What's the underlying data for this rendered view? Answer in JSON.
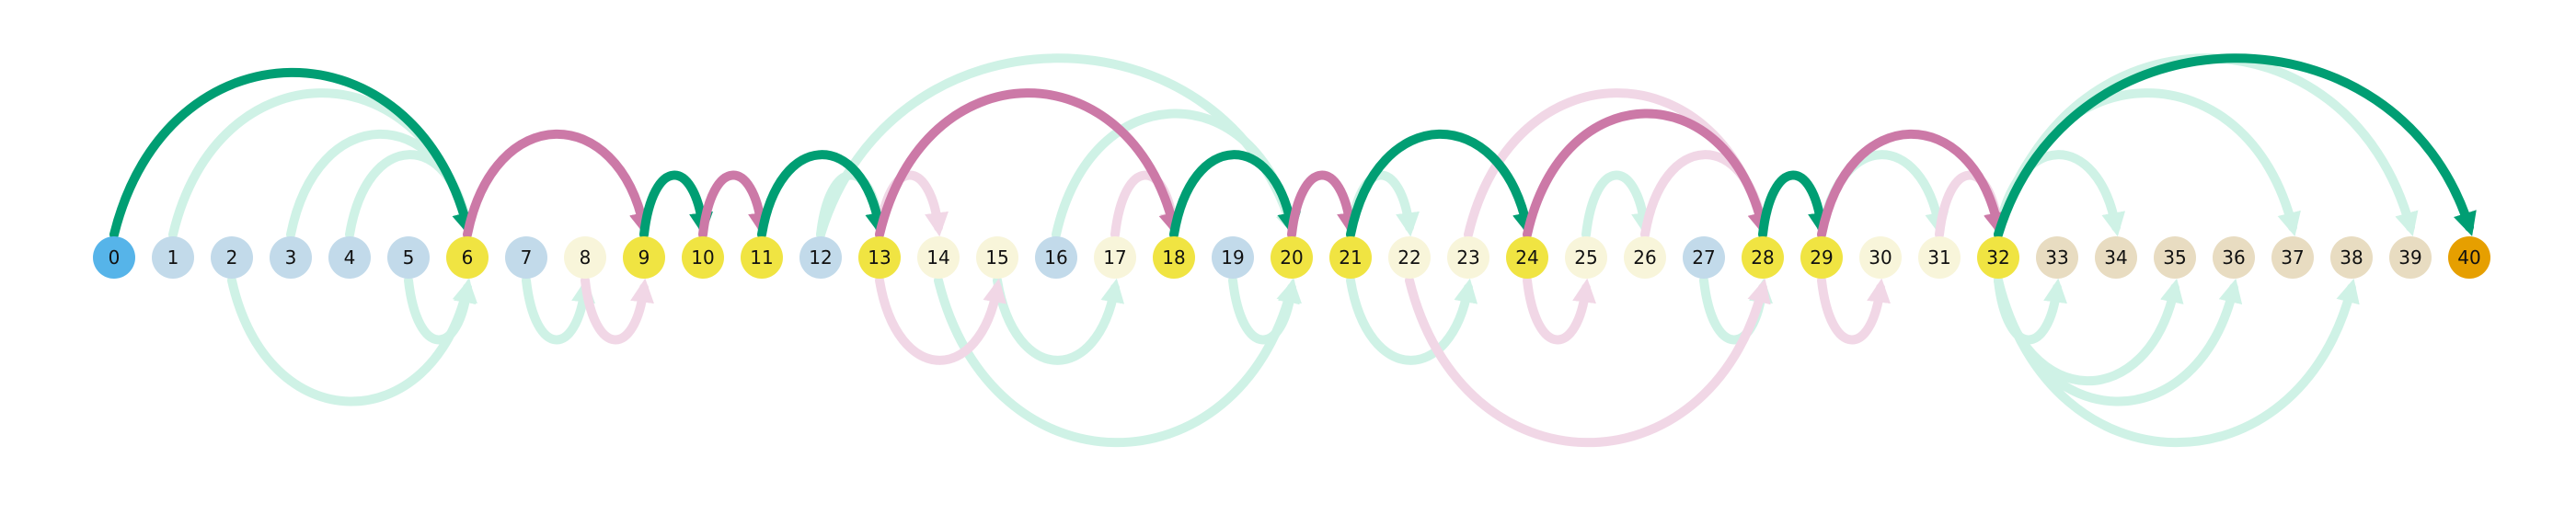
{
  "colors": {
    "start": "#56B4E9",
    "end": "#E69F00",
    "visited": "#F0E442",
    "blue_light": "#C2DAEA",
    "cream": "#F8F5DA",
    "tan": "#E8DCC1",
    "green": "#009E73",
    "green_faint": "#CFF2E6",
    "pink": "#CC79A7",
    "pink_faint": "#F1D7E6"
  },
  "nodes": [
    {
      "label": "0",
      "color": "start"
    },
    {
      "label": "1",
      "color": "blue_light"
    },
    {
      "label": "2",
      "color": "blue_light"
    },
    {
      "label": "3",
      "color": "blue_light"
    },
    {
      "label": "4",
      "color": "blue_light"
    },
    {
      "label": "5",
      "color": "blue_light"
    },
    {
      "label": "6",
      "color": "visited"
    },
    {
      "label": "7",
      "color": "blue_light"
    },
    {
      "label": "8",
      "color": "cream"
    },
    {
      "label": "9",
      "color": "visited"
    },
    {
      "label": "10",
      "color": "visited"
    },
    {
      "label": "11",
      "color": "visited"
    },
    {
      "label": "12",
      "color": "blue_light"
    },
    {
      "label": "13",
      "color": "visited"
    },
    {
      "label": "14",
      "color": "cream"
    },
    {
      "label": "15",
      "color": "cream"
    },
    {
      "label": "16",
      "color": "blue_light"
    },
    {
      "label": "17",
      "color": "cream"
    },
    {
      "label": "18",
      "color": "visited"
    },
    {
      "label": "19",
      "color": "blue_light"
    },
    {
      "label": "20",
      "color": "visited"
    },
    {
      "label": "21",
      "color": "visited"
    },
    {
      "label": "22",
      "color": "cream"
    },
    {
      "label": "23",
      "color": "cream"
    },
    {
      "label": "24",
      "color": "visited"
    },
    {
      "label": "25",
      "color": "cream"
    },
    {
      "label": "26",
      "color": "cream"
    },
    {
      "label": "27",
      "color": "blue_light"
    },
    {
      "label": "28",
      "color": "visited"
    },
    {
      "label": "29",
      "color": "visited"
    },
    {
      "label": "30",
      "color": "cream"
    },
    {
      "label": "31",
      "color": "cream"
    },
    {
      "label": "32",
      "color": "visited"
    },
    {
      "label": "33",
      "color": "tan"
    },
    {
      "label": "34",
      "color": "tan"
    },
    {
      "label": "35",
      "color": "tan"
    },
    {
      "label": "36",
      "color": "tan"
    },
    {
      "label": "37",
      "color": "tan"
    },
    {
      "label": "38",
      "color": "tan"
    },
    {
      "label": "39",
      "color": "tan"
    },
    {
      "label": "40",
      "color": "end"
    }
  ],
  "edges": [
    {
      "from": 1,
      "to": 6,
      "style": "green_faint"
    },
    {
      "from": 2,
      "to": 6,
      "style": "green_faint"
    },
    {
      "from": 4,
      "to": 6,
      "style": "green_faint"
    },
    {
      "from": 5,
      "to": 6,
      "style": "green_faint"
    },
    {
      "from": 3,
      "to": 6,
      "style": "green_faint"
    },
    {
      "from": 7,
      "to": 8,
      "style": "green_faint"
    },
    {
      "from": 12,
      "to": 13,
      "style": "green_faint"
    },
    {
      "from": 14,
      "to": 20,
      "style": "green_faint"
    },
    {
      "from": 16,
      "to": 20,
      "style": "green_faint"
    },
    {
      "from": 19,
      "to": 20,
      "style": "green_faint"
    },
    {
      "from": 12,
      "to": 20,
      "style": "green_faint"
    },
    {
      "from": 15,
      "to": 17,
      "style": "green_faint"
    },
    {
      "from": 21,
      "to": 22,
      "style": "green_faint"
    },
    {
      "from": 21,
      "to": 23,
      "style": "green_faint"
    },
    {
      "from": 25,
      "to": 26,
      "style": "green_faint"
    },
    {
      "from": 27,
      "to": 28,
      "style": "green_faint"
    },
    {
      "from": 29,
      "to": 31,
      "style": "green_faint"
    },
    {
      "from": 32,
      "to": 35,
      "style": "green_faint"
    },
    {
      "from": 32,
      "to": 39,
      "style": "green_faint"
    },
    {
      "from": 32,
      "to": 33,
      "style": "green_faint"
    },
    {
      "from": 32,
      "to": 34,
      "style": "green_faint"
    },
    {
      "from": 32,
      "to": 36,
      "style": "green_faint"
    },
    {
      "from": 32,
      "to": 37,
      "style": "green_faint"
    },
    {
      "from": 32,
      "to": 38,
      "style": "green_faint"
    },
    {
      "from": 8,
      "to": 9,
      "style": "pink_faint"
    },
    {
      "from": 13,
      "to": 14,
      "style": "pink_faint"
    },
    {
      "from": 13,
      "to": 15,
      "style": "pink_faint"
    },
    {
      "from": 17,
      "to": 18,
      "style": "pink_faint"
    },
    {
      "from": 22,
      "to": 28,
      "style": "pink_faint"
    },
    {
      "from": 23,
      "to": 28,
      "style": "pink_faint"
    },
    {
      "from": 24,
      "to": 25,
      "style": "pink_faint"
    },
    {
      "from": 26,
      "to": 28,
      "style": "pink_faint"
    },
    {
      "from": 29,
      "to": 30,
      "style": "pink_faint"
    },
    {
      "from": 31,
      "to": 32,
      "style": "pink_faint"
    },
    {
      "from": 0,
      "to": 6,
      "style": "green"
    },
    {
      "from": 6,
      "to": 9,
      "style": "pink"
    },
    {
      "from": 9,
      "to": 10,
      "style": "green"
    },
    {
      "from": 10,
      "to": 11,
      "style": "pink"
    },
    {
      "from": 11,
      "to": 13,
      "style": "green"
    },
    {
      "from": 13,
      "to": 18,
      "style": "pink"
    },
    {
      "from": 18,
      "to": 20,
      "style": "green"
    },
    {
      "from": 20,
      "to": 21,
      "style": "pink"
    },
    {
      "from": 21,
      "to": 24,
      "style": "green"
    },
    {
      "from": 24,
      "to": 28,
      "style": "pink"
    },
    {
      "from": 28,
      "to": 29,
      "style": "green"
    },
    {
      "from": 29,
      "to": 32,
      "style": "pink"
    },
    {
      "from": 32,
      "to": 40,
      "style": "green"
    }
  ]
}
